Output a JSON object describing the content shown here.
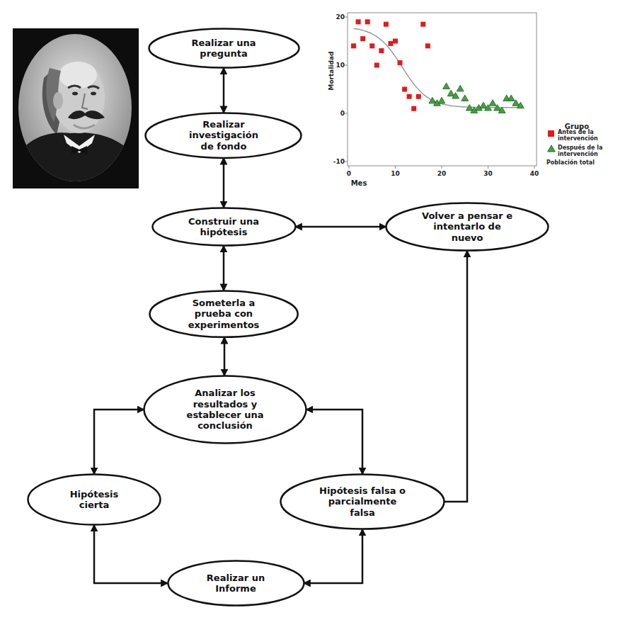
{
  "diagram": {
    "nodes": [
      {
        "text": [
          "Realizar una pregunta"
        ]
      },
      {
        "text": [
          "Realizar investigación de fondo"
        ]
      },
      {
        "text": [
          "Construir una hipótesis"
        ]
      },
      {
        "text": [
          "Volver a pensar e intentarlo de nuevo"
        ]
      },
      {
        "text": [
          "Someterla a prueba con experimentos"
        ]
      },
      {
        "text": [
          "Analizar los resultados y establecer una conclusión"
        ]
      },
      {
        "text": [
          "Hipótesis cierta"
        ]
      },
      {
        "text": [
          "Hipótesis falsa o parcialmente falsa"
        ]
      },
      {
        "text": [
          "Realizar un Informe"
        ]
      }
    ],
    "edges": [
      {
        "from": 0,
        "to": 1,
        "arrow": "both"
      },
      {
        "from": 1,
        "to": 2,
        "arrow": "both"
      },
      {
        "from": 2,
        "to": 3,
        "arrow": "both"
      },
      {
        "from": 2,
        "to": 4,
        "arrow": "both"
      },
      {
        "from": 4,
        "to": 5,
        "arrow": "both"
      },
      {
        "from": 5,
        "to": 6,
        "arrow": "both"
      },
      {
        "from": 5,
        "to": 7,
        "arrow": "both"
      },
      {
        "from": 7,
        "to": 3,
        "arrow": "to"
      },
      {
        "from": 6,
        "to": 8,
        "arrow": "both"
      },
      {
        "from": 8,
        "to": 7,
        "arrow": "both"
      }
    ],
    "labels": [
      "20",
      "10",
      "0",
      "-10",
      "0",
      "10",
      "20",
      "30",
      "40",
      "Mortalidad",
      "Mes",
      "Grupo"
    ],
    "legend": [
      {
        "text": "Antes de la intervención",
        "color": "#e31a1c"
      },
      {
        "text": "Después de la intervención"
      },
      {
        "text": "Población total"
      }
    ]
  }
}
